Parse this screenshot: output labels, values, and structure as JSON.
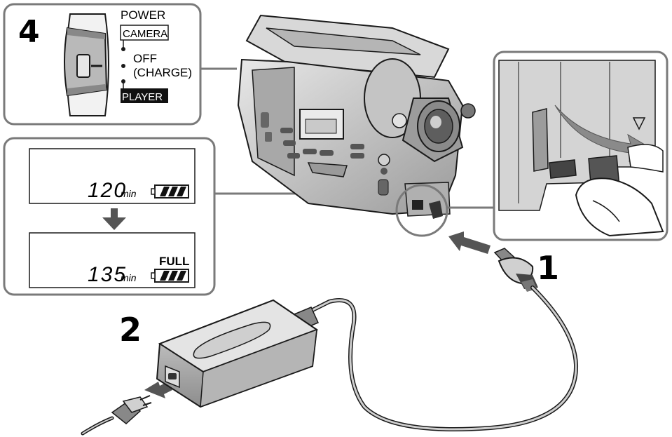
{
  "steps": {
    "step1": "1",
    "step2": "2",
    "step4": "4"
  },
  "power_switch": {
    "title": "POWER",
    "camera": "CAMERA",
    "off": "OFF",
    "charge": "(CHARGE)",
    "player": "PLAYER"
  },
  "lcd_top": {
    "value": "120",
    "unit": "min"
  },
  "lcd_bottom": {
    "value": "135",
    "unit": "min",
    "badge": "FULL"
  },
  "colors": {
    "line": "#1a1a1a",
    "panel_border": "#7a7a7a",
    "arrow": "#555555"
  }
}
